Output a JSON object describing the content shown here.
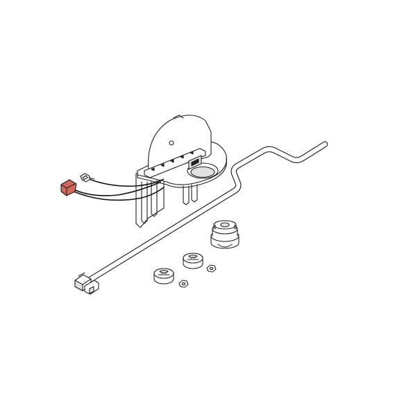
{
  "figure": {
    "background": "#ffffff",
    "outline_color": "#222222",
    "part_fill": "#ffffff",
    "shade_fill": "#e2e2e2",
    "terminal_color": "#d0695a",
    "wire_color": "#111111"
  },
  "parts": [
    {
      "name": "mounting-bracket"
    },
    {
      "name": "wire-harness"
    },
    {
      "name": "insulated-terminal"
    },
    {
      "name": "spade-terminal"
    },
    {
      "name": "crank-rod"
    },
    {
      "name": "rod-coupler"
    },
    {
      "name": "v-pulley"
    },
    {
      "name": "clip-left"
    },
    {
      "name": "clip-right"
    },
    {
      "name": "nut-left"
    },
    {
      "name": "nut-right"
    }
  ]
}
